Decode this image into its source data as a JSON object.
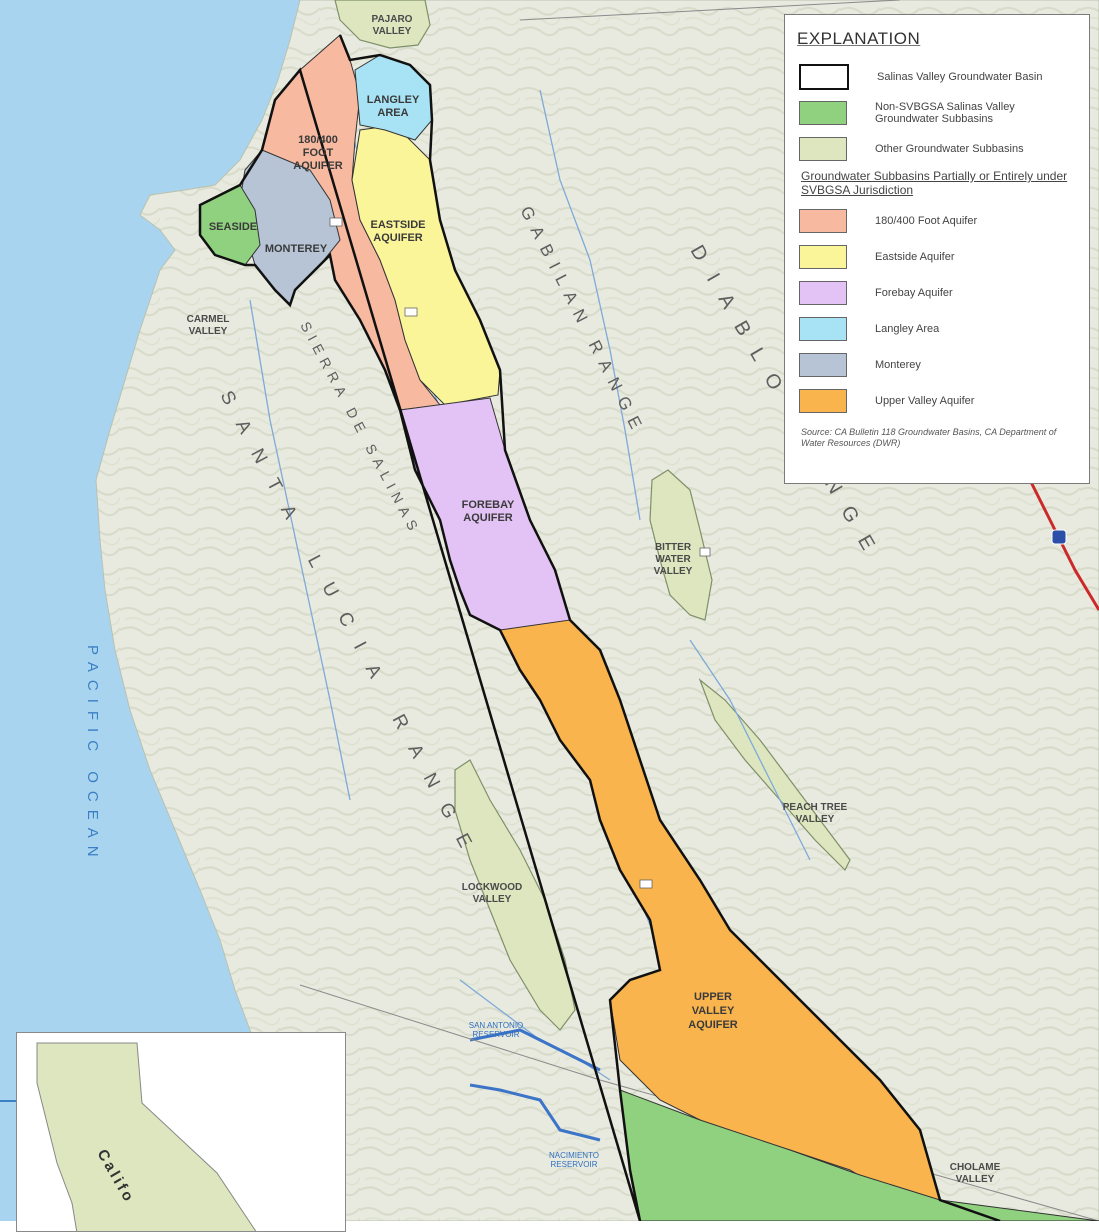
{
  "legend": {
    "title": "EXPLANATION",
    "items": [
      {
        "label": "Salinas Valley Groundwater Basin",
        "color": "#ffffff",
        "outline": "#111111"
      },
      {
        "label": "Non-SVBGSA Salinas Valley Groundwater Subbasins",
        "color": "#8fd17f"
      },
      {
        "label": "Other Groundwater Subbasins",
        "color": "#dde6bf"
      }
    ],
    "subtitle": "Groundwater Subbasins Partially or Entirely under SVBGSA Jurisdiction",
    "subbasins": [
      {
        "label": "180/400 Foot Aquifer",
        "color": "#f7b9a0"
      },
      {
        "label": "Eastside Aquifer",
        "color": "#fbf59a"
      },
      {
        "label": "Forebay Aquifer",
        "color": "#e3c2f5"
      },
      {
        "label": "Langley Area",
        "color": "#a8e3f5"
      },
      {
        "label": "Monterey",
        "color": "#b6c4d6"
      },
      {
        "label": "Upper Valley Aquifer",
        "color": "#f9b44e"
      }
    ],
    "source": "Source: CA Bulletin 118 Groundwater Basins, CA Department of Water Resources (DWR)"
  },
  "map_labels": {
    "pajaro": [
      "PAJARO",
      "VALLEY"
    ],
    "langley": [
      "LANGLEY",
      "AREA"
    ],
    "foot180": [
      "180/400",
      "FOOT",
      "AQUIFER"
    ],
    "seaside": "SEASIDE",
    "monterey": "MONTEREY",
    "eastside": [
      "EASTSIDE",
      "AQUIFER"
    ],
    "carmel": [
      "CARMEL",
      "VALLEY"
    ],
    "forebay": [
      "FOREBAY",
      "AQUIFER"
    ],
    "bitter": [
      "BITTER",
      "WATER",
      "VALLEY"
    ],
    "peach": [
      "PEACH TREE",
      "VALLEY"
    ],
    "lockwood": [
      "LOCKWOOD",
      "VALLEY"
    ],
    "upper": [
      "UPPER",
      "VALLEY",
      "AQUIFER"
    ],
    "cholame": [
      "CHOLAME",
      "VALLEY"
    ],
    "san_antonio": [
      "SAN ANTONIO",
      "RESERVOIR"
    ],
    "nacimiento": [
      "NACIMIENTO",
      "RESERVOIR"
    ],
    "gabilan": "GABILAN RANGE",
    "diablo": "DIABLO RANGE",
    "sierra": "SIERRA DE SALINAS",
    "santa_lucia": "SANTA LUCIA RANGE",
    "ocean": "PACIFIC OCEAN",
    "inset_state": "Califo"
  },
  "colors": {
    "ocean": "#a9d4ef",
    "land": "#e9ebe0",
    "river": "#7ea9d8",
    "highway": "#cc2a2a"
  }
}
